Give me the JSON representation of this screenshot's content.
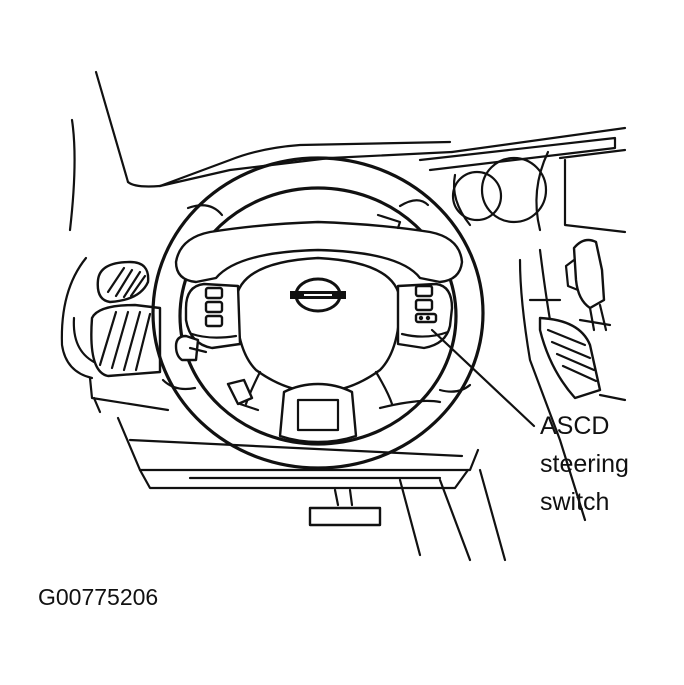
{
  "callout": {
    "lines": [
      "ASCD",
      "steering",
      "switch"
    ]
  },
  "figure_id": "G00775206",
  "colors": {
    "ink": "#111111",
    "paper": "#ffffff"
  }
}
